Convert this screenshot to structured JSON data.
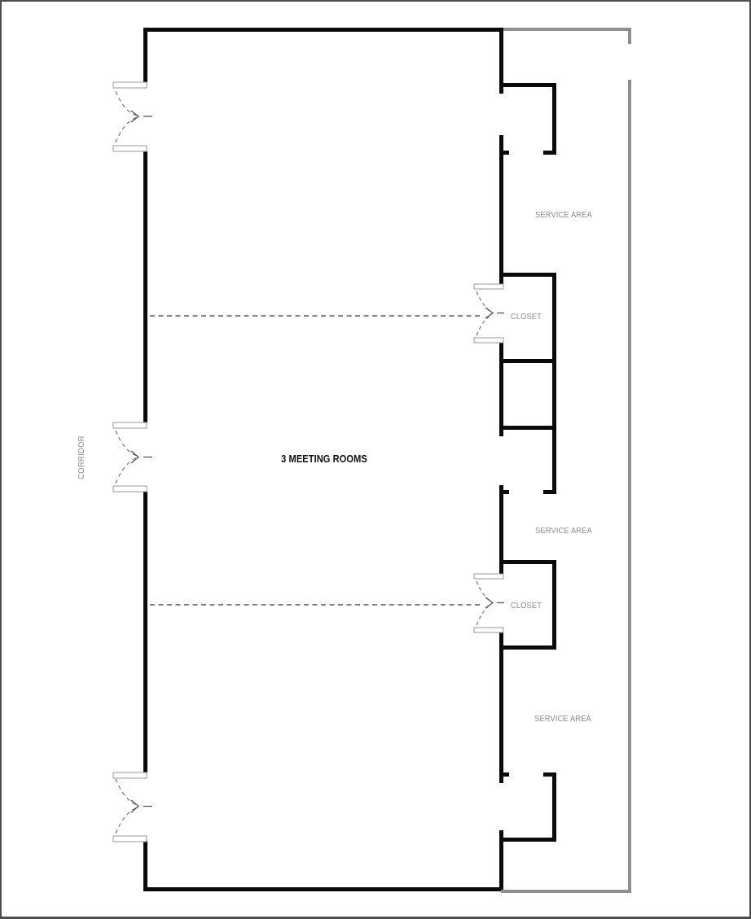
{
  "floor_plan": {
    "title": "3 MEETING ROOMS",
    "corridor": {
      "label": "CORRIDOR"
    },
    "service_areas": [
      {
        "label": "SERVICE AREA"
      },
      {
        "label": "SERVICE AREA"
      },
      {
        "label": "SERVICE AREA"
      }
    ],
    "closets": [
      {
        "label": "CLOSET"
      },
      {
        "label": "CLOSET"
      }
    ],
    "features": {
      "corridor_double_doors": 3,
      "closet_double_doors": 2,
      "partition_track_lines": 2
    },
    "colors": {
      "wall": "#0a0a0a",
      "secondary_boundary": "#8f8f8f",
      "label_text": "#8c8c8c",
      "title_text": "#0f0f0f",
      "door_swing": "#7a7a7a",
      "partition_line": "#3a3a3a",
      "door_jamb_fill": "#ffffff",
      "door_jamb_stroke": "#9a9a9a",
      "background": "#ffffff",
      "page_border": "#4d4d4d"
    }
  }
}
